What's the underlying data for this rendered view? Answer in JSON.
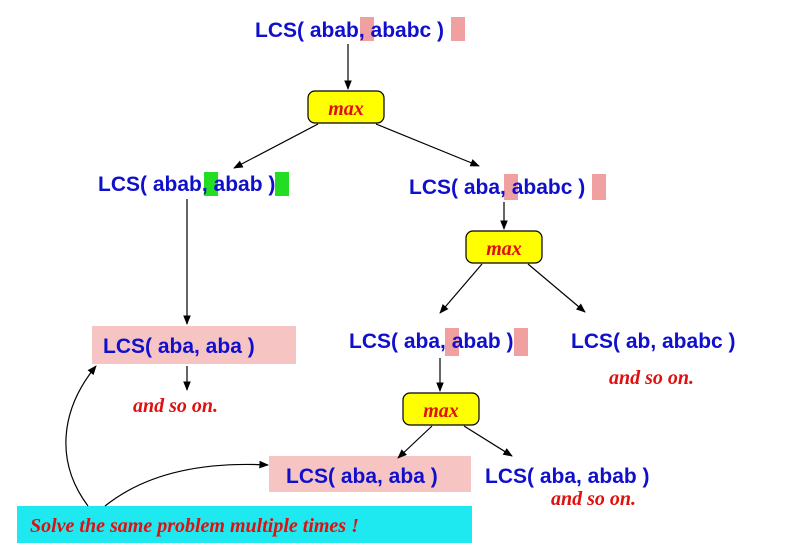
{
  "nodes": {
    "root": {
      "prefix": "LCS( aba",
      "hl1": "b",
      "mid": ", abab",
      "hl2": "c",
      "suffix": " )"
    },
    "left1": {
      "prefix": "LCS( aba",
      "hl1": "b",
      "mid": ", aba",
      "hl2": "b",
      "suffix": " )"
    },
    "right1": {
      "prefix": "LCS( ab",
      "hl1": "a",
      "mid": ", abab",
      "hl2": "c",
      "suffix": " )"
    },
    "left2": {
      "text": "LCS( aba, aba )"
    },
    "rl": {
      "prefix": "LCS( ab",
      "hl1": "a",
      "mid": ", aba",
      "hl2": "b",
      "suffix": " )"
    },
    "rr": {
      "text": "LCS( ab, ababc )"
    },
    "bottom_left": {
      "text": "LCS( aba, aba )"
    },
    "bottom_right": {
      "text": "LCS( aba, abab )"
    }
  },
  "max_label": "max",
  "notes": {
    "left": "and so on.",
    "right": "and so on.",
    "bottom": "and so on."
  },
  "caption": "Solve the same problem multiple times !",
  "colors": {
    "node_text": "#1010cc",
    "label_red": "#e01010",
    "highlight_pink": "#f0a0a0",
    "highlight_green": "#22dd22",
    "repeat_box": "#f7c4c4",
    "max_fill": "#ffff00",
    "caption_fill": "#1ee8f0"
  }
}
